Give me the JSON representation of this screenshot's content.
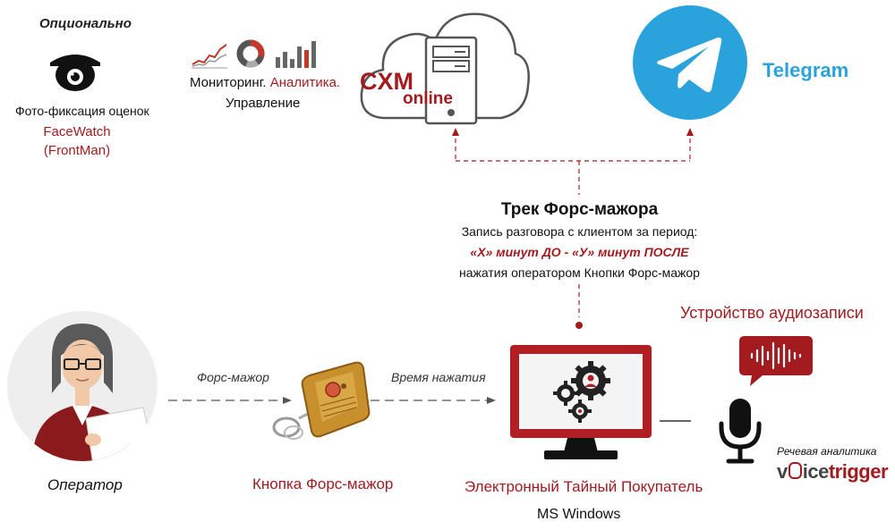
{
  "optional": {
    "title": "Опционально",
    "camera_caption": "Фото-фиксация оценок",
    "product_line1": "FaceWatch",
    "product_line2": "(FrontMan)"
  },
  "monitoring": {
    "text_part1": "Мониторинг.",
    "text_part2": "Аналитика.",
    "text_line2": "Управление"
  },
  "cxm": {
    "brand_top": "CXM",
    "brand_bottom": "online"
  },
  "telegram": {
    "label": "Telegram"
  },
  "track": {
    "title": "Трек Форс-мажора",
    "line1": "Запись разговора с клиентом за период:",
    "line2": "«Х» минут ДО  - «У»  минут ПОСЛЕ",
    "line3": "нажатия оператором Кнопки Форс-мажор"
  },
  "audio_device": {
    "title": "Устройство аудиозаписи"
  },
  "flow": {
    "arrow1_label": "Форс-мажор",
    "arrow2_label": "Время нажатия"
  },
  "operator": {
    "label": "Оператор"
  },
  "button": {
    "label": "Кнопка Форс-мажор"
  },
  "computer": {
    "label": "Электронный Тайный Покупатель",
    "os": "MS Windows"
  },
  "voice": {
    "caption": "Речевая аналитика",
    "brand_part1": "v",
    "brand_part2": "ice",
    "brand_part3": "trigger"
  },
  "colors": {
    "accent": "#a31b1f",
    "telegram": "#2aa3dd",
    "dark": "#1a1a1a"
  }
}
